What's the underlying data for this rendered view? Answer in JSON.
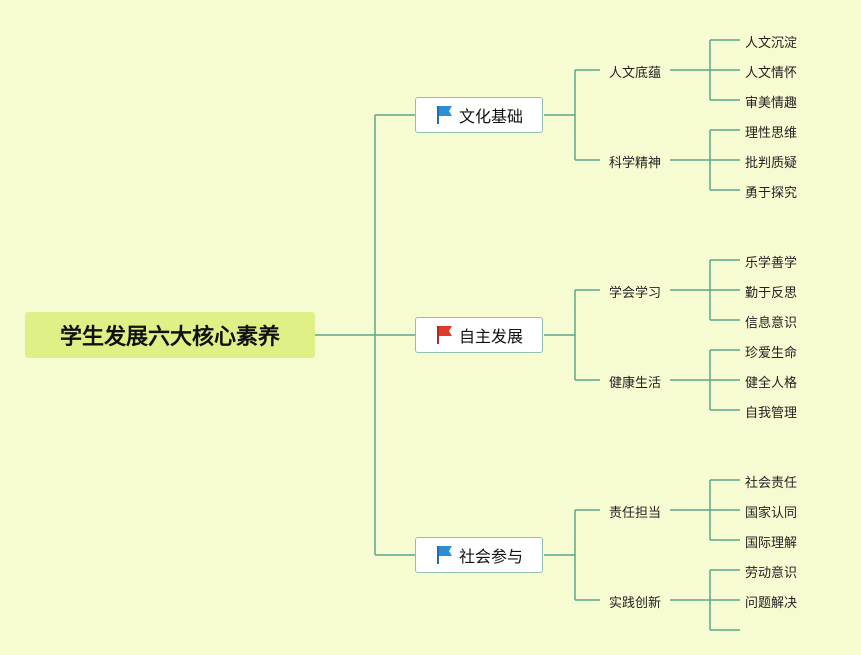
{
  "root": {
    "label": "学生发展六大核心素养"
  },
  "branches": [
    {
      "label": "文化基础",
      "flag_color": "#2a8fd6",
      "children": [
        {
          "label": "人文底蕴",
          "items": [
            "人文沉淀",
            "人文情怀",
            "审美情趣"
          ]
        },
        {
          "label": "科学精神",
          "items": [
            "理性思维",
            "批判质疑",
            "勇于探究"
          ]
        }
      ]
    },
    {
      "label": "自主发展",
      "flag_color": "#e23a2a",
      "children": [
        {
          "label": "学会学习",
          "items": [
            "乐学善学",
            "勤于反思",
            "信息意识"
          ]
        },
        {
          "label": "健康生活",
          "items": [
            "珍爱生命",
            "健全人格",
            "自我管理"
          ]
        }
      ]
    },
    {
      "label": "社会参与",
      "flag_color": "#2a8fd6",
      "children": [
        {
          "label": "责任担当",
          "items": [
            "社会责任",
            "国家认同",
            "国际理解"
          ]
        },
        {
          "label": "实践创新",
          "items": [
            "劳动意识",
            "问题解决",
            ""
          ]
        }
      ]
    }
  ],
  "colors": {
    "background": "#f7fbd1",
    "root_fill": "#dff087",
    "line": "#5aa88a"
  }
}
